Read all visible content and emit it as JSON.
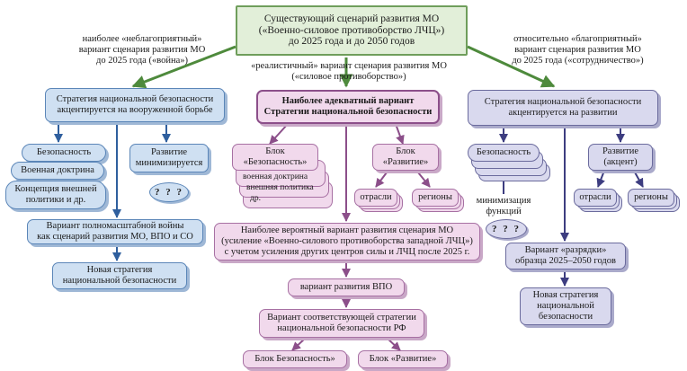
{
  "top": {
    "line1": "Существующий сценарий развития МО",
    "line2": "(«Военно-силовое противоборство ЛЧЦ»)",
    "line3": "до 2025 года и до 2050 годов"
  },
  "labels": {
    "left": [
      "наиболее «неблагоприятный»",
      "вариант сценария развития МО",
      "до 2025 года («война»)"
    ],
    "middle": [
      "«реалистичный» вариант  сценария развития МО",
      "(«силовое противоборство»)"
    ],
    "right": [
      "относительно «благоприятный»",
      "вариант сценария развития МО",
      "до 2025 года («сотрудничество»)"
    ],
    "minimization": [
      "минимизация",
      "функций"
    ]
  },
  "left": {
    "strategy": [
      "Стратегия национальной безопасности",
      "акцентируется на вооруженной борьбе"
    ],
    "security": "Безопасность",
    "doctrine": "Военная доктрина",
    "concept": [
      "Концепция внешней",
      "политики и др."
    ],
    "development": [
      "Развитие",
      "минимизируется"
    ],
    "question": "? ? ?",
    "war_variant": [
      "Вариант полномасштабной войны",
      "как сценарий развития МО, ВПО и СО"
    ],
    "new_strategy": [
      "Новая стратегия",
      "национальной безопасности"
    ]
  },
  "middle": {
    "adequate": [
      "Наиболее адекватный вариант",
      "Стратегии национальной безопасности"
    ],
    "block_security": [
      "Блок",
      "«Безопасность»"
    ],
    "stack_items": [
      "военная доктрина",
      "внешняя политика",
      "др."
    ],
    "block_development": [
      "Блок",
      "«Развитие»"
    ],
    "branches": "отрасли",
    "regions": "регионы",
    "probable": [
      "Наиболее вероятный вариант развития сценария МО",
      "(усиление «Военно-силового противоборства западной ЛЧЦ»)",
      "с учетом усиления других центров силы и ЛЧЦ после 2025 г."
    ],
    "vpo": "вариант развития ВПО",
    "rf_strategy": [
      "Вариант соответствующей стратегии",
      "национальной безопасности РФ"
    ],
    "bottom_security": "Блок  Безопасность»",
    "bottom_development": "Блок «Развитие»"
  },
  "right": {
    "strategy": [
      "Стратегия национальной безопасности",
      "акцентируется на развитии"
    ],
    "security": "Безопасность",
    "development": [
      "Развитие",
      "(акцент)"
    ],
    "branches": "отрасли",
    "regions": "регионы",
    "question": "? ? ?",
    "detente": [
      "Вариант «разрядки»",
      "образца 2025–2050 годов"
    ],
    "new_strategy": [
      "Новая стратегия",
      "национальной",
      "безопасности"
    ]
  },
  "colors": {
    "left_fill": "#cfe0f2",
    "middle_fill": "#f1d9ec",
    "right_fill": "#d9d9ee",
    "top_fill": "#e2efd9",
    "left_arrow": "#2f5f9e",
    "middle_arrow": "#8c4f8a",
    "right_arrow": "#3d3d80",
    "top_arrow": "#4e8a3c"
  }
}
